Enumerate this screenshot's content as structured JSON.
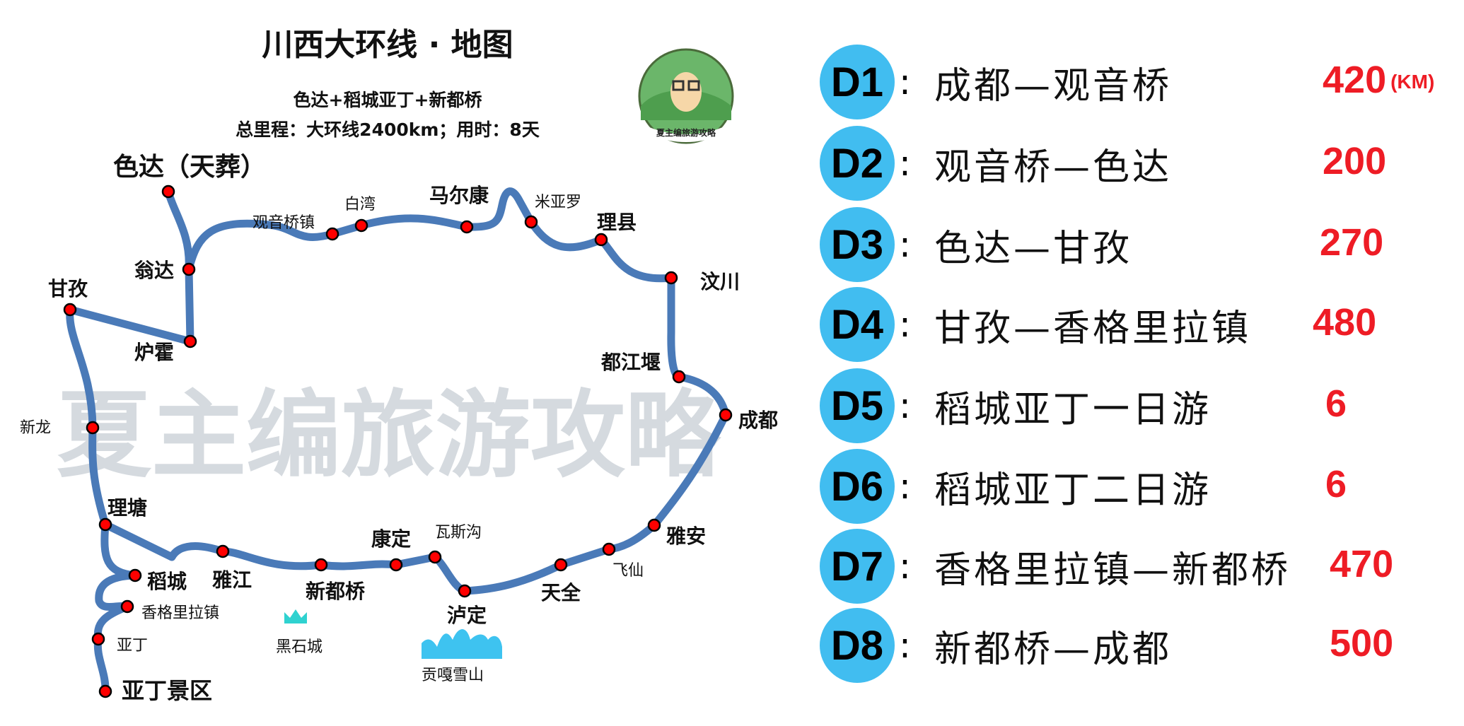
{
  "title": "川西大环线 · 地图",
  "subtitle": "色达+稻城亚丁+新都桥",
  "summary": "总里程：大环线2400km；用时：8天",
  "watermark": "夏主编旅游攻略",
  "logo_text": "夏主编旅游攻略",
  "colors": {
    "route": "#4a7ab8",
    "stop": "#ff0000",
    "badge": "#41bdf0",
    "distance": "#ee1c25",
    "watermark": "#d5dadf",
    "mountain": "#3ec3f0",
    "heishicheng": "#2fd2d0"
  },
  "places": [
    {
      "name": "色达（天葬）",
      "bold": true
    },
    {
      "name": "翁达",
      "bold": true
    },
    {
      "name": "炉霍",
      "bold": true
    },
    {
      "name": "甘孜",
      "bold": true
    },
    {
      "name": "新龙",
      "bold": false
    },
    {
      "name": "理塘",
      "bold": true
    },
    {
      "name": "稻城",
      "bold": true
    },
    {
      "name": "香格里拉镇",
      "bold": false
    },
    {
      "name": "亚丁",
      "bold": false
    },
    {
      "name": "亚丁景区",
      "bold": true
    },
    {
      "name": "雅江",
      "bold": true
    },
    {
      "name": "新都桥",
      "bold": true
    },
    {
      "name": "康定",
      "bold": true
    },
    {
      "name": "瓦斯沟",
      "bold": false
    },
    {
      "name": "泸定",
      "bold": true
    },
    {
      "name": "天全",
      "bold": true
    },
    {
      "name": "飞仙",
      "bold": false
    },
    {
      "name": "雅安",
      "bold": true
    },
    {
      "name": "成都",
      "bold": true
    },
    {
      "name": "都江堰",
      "bold": true
    },
    {
      "name": "汶川",
      "bold": true
    },
    {
      "name": "理县",
      "bold": true
    },
    {
      "name": "米亚罗",
      "bold": false
    },
    {
      "name": "马尔康",
      "bold": true
    },
    {
      "name": "白湾",
      "bold": false
    },
    {
      "name": "观音桥镇",
      "bold": false
    }
  ],
  "landmarks": [
    {
      "name": "黑石城",
      "icon": "castle-icon"
    },
    {
      "name": "贡嘎雪山",
      "icon": "mountain-icon"
    }
  ],
  "itinerary": [
    {
      "day": "D1",
      "route": "成都—观音桥",
      "km": "420",
      "unit": "(KM)"
    },
    {
      "day": "D2",
      "route": "观音桥—色达",
      "km": "200"
    },
    {
      "day": "D3",
      "route": "色达—甘孜",
      "km": "270"
    },
    {
      "day": "D4",
      "route": "甘孜—香格里拉镇",
      "km": "480"
    },
    {
      "day": "D5",
      "route": "稻城亚丁一日游",
      "km": "6"
    },
    {
      "day": "D6",
      "route": "稻城亚丁二日游",
      "km": "6"
    },
    {
      "day": "D7",
      "route": "香格里拉镇—新都桥",
      "km": "470"
    },
    {
      "day": "D8",
      "route": "新都桥—成都",
      "km": "500"
    }
  ]
}
